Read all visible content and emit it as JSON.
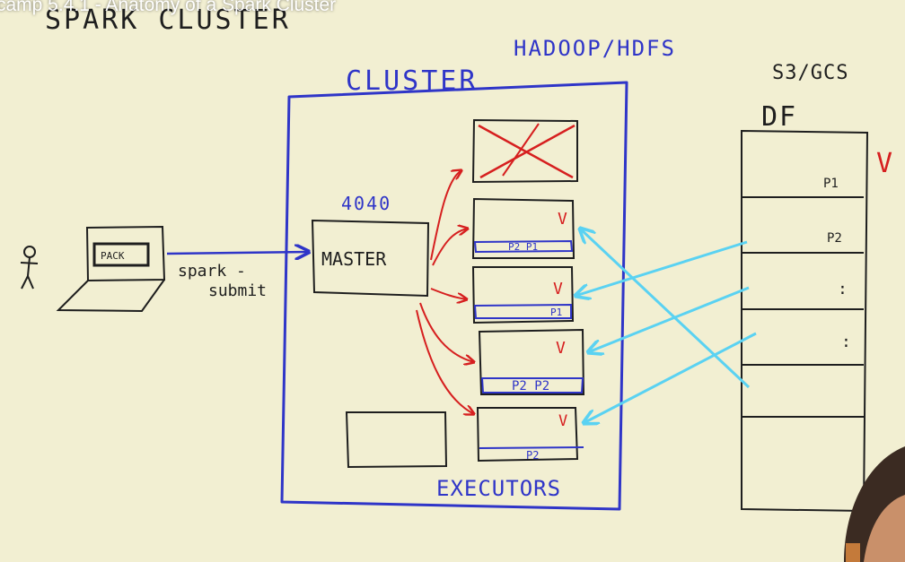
{
  "video_title": "camp 5.4.1 - Anatomy of a Spark Cluster",
  "board": {
    "heading": "SPARK CLUSTER",
    "hadoop_label": "HADOOP/HDFS",
    "cluster_label": "CLUSTER",
    "port_label": "4040",
    "master_label": "MASTER",
    "package_label": "PACK",
    "spark_label": "spark -",
    "submit_label": "submit",
    "storage_label": "S3/GCS",
    "df_label": "DF",
    "executors_label": "EXECUTORS",
    "check_mark": "V",
    "partitions": [
      "P1",
      "P2",
      ":",
      ":"
    ],
    "executor_tags": [
      "P2 P1",
      "P1",
      "P2 P2",
      "P2"
    ]
  },
  "colors": {
    "background": "#f2efd2",
    "ink_black": "#1e1e1e",
    "ink_blue": "#2f35c8",
    "ink_red": "#d61f1f",
    "ink_cyan": "#5ad2f2"
  }
}
